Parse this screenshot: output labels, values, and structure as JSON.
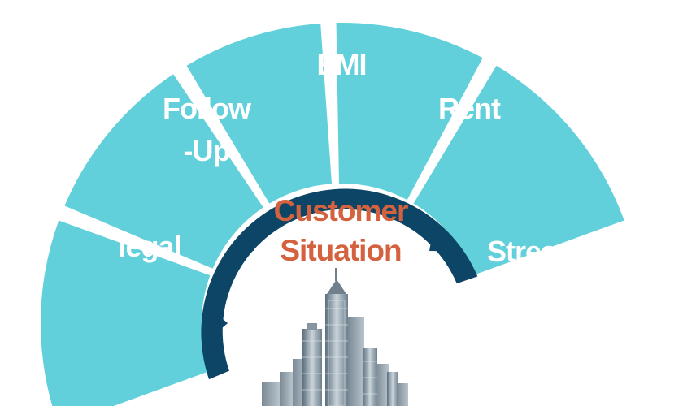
{
  "segments": [
    {
      "id": "legal",
      "lines": [
        "legal"
      ]
    },
    {
      "id": "follow-up",
      "lines": [
        "Follow",
        "-Up"
      ]
    },
    {
      "id": "emi",
      "lines": [
        "EMI"
      ]
    },
    {
      "id": "rent",
      "lines": [
        "Rent"
      ]
    },
    {
      "id": "stress",
      "lines": [
        "Stress"
      ]
    }
  ],
  "center": {
    "line1": "Customer",
    "line2": "Situation"
  },
  "colors": {
    "segment": "#62d0da",
    "inner_ring": "#0c4566",
    "center_text": "#d4623f",
    "label_text": "#ffffff",
    "building": "#8a99a4"
  },
  "icons": {
    "city": "city-skyline-icon"
  }
}
